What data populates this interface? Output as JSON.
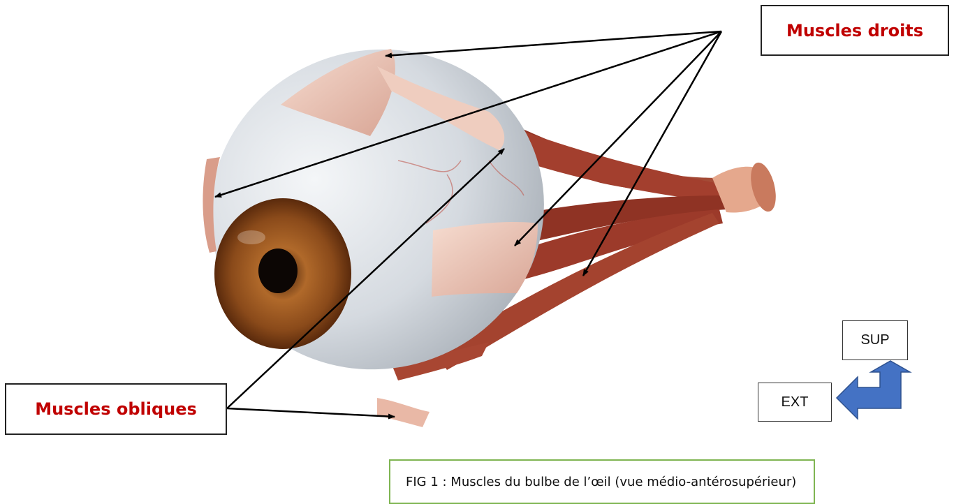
{
  "labels": {
    "rectus": "Muscles droits",
    "oblique": "Muscles obliques"
  },
  "orientation": {
    "superior": "SUP",
    "external": "EXT"
  },
  "caption": "FIG 1 : Muscles du bulbe de l’œil (vue médio-antérosupérieur)",
  "colors": {
    "label_text": "#c00000",
    "caption_border": "#7fb552",
    "orientation_arrow": "#4472c4",
    "muscle": "#9a3a2a",
    "tendon": "#ecc7b8",
    "sclera": "#dde1e6",
    "iris": "#9a5a24"
  }
}
